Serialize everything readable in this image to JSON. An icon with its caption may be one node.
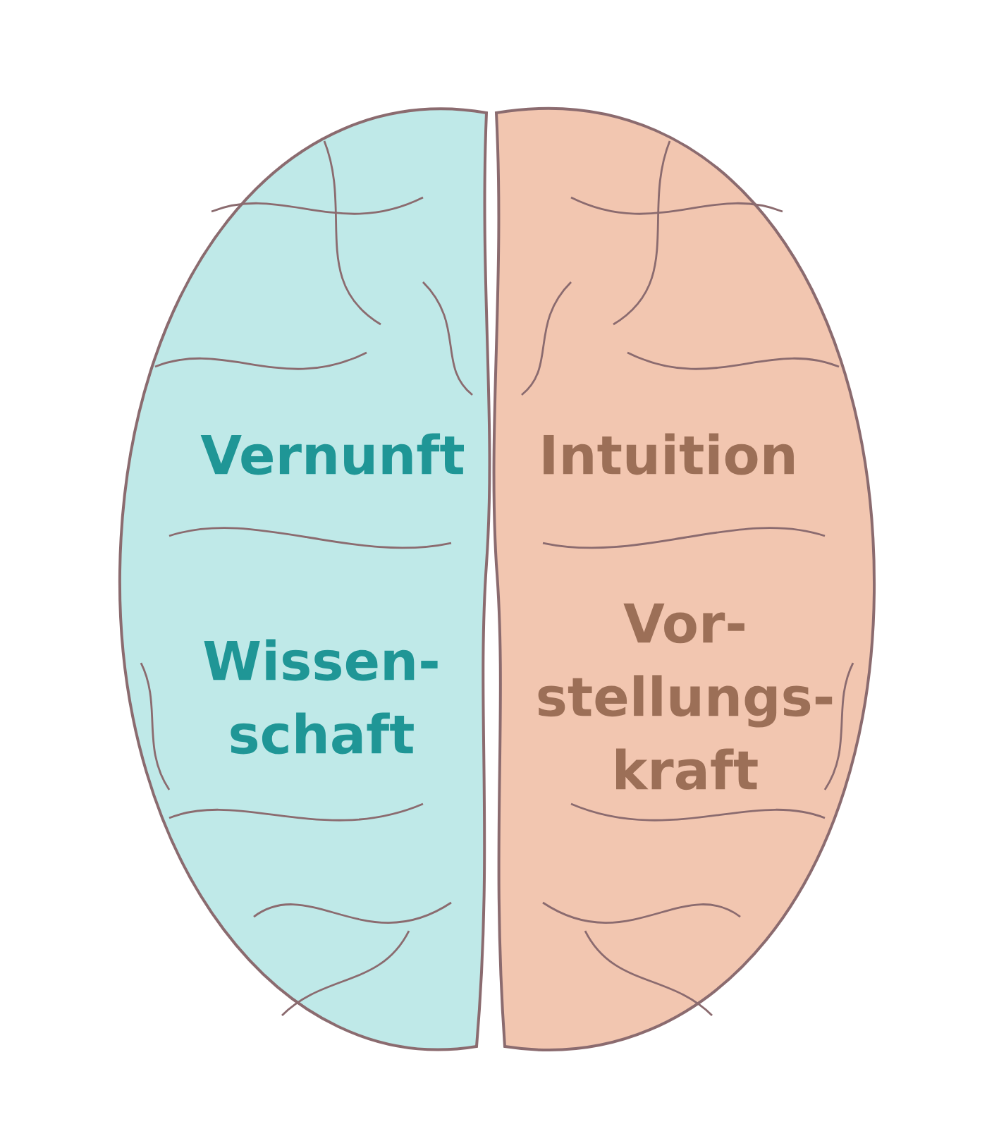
{
  "diagram": {
    "nodes": [
      {
        "text": [
          "Vernunft",
          "Wissen- schaft"
        ]
      },
      {
        "text": [
          "Intuition",
          "Vor- stellungs- kraft"
        ]
      }
    ]
  }
}
